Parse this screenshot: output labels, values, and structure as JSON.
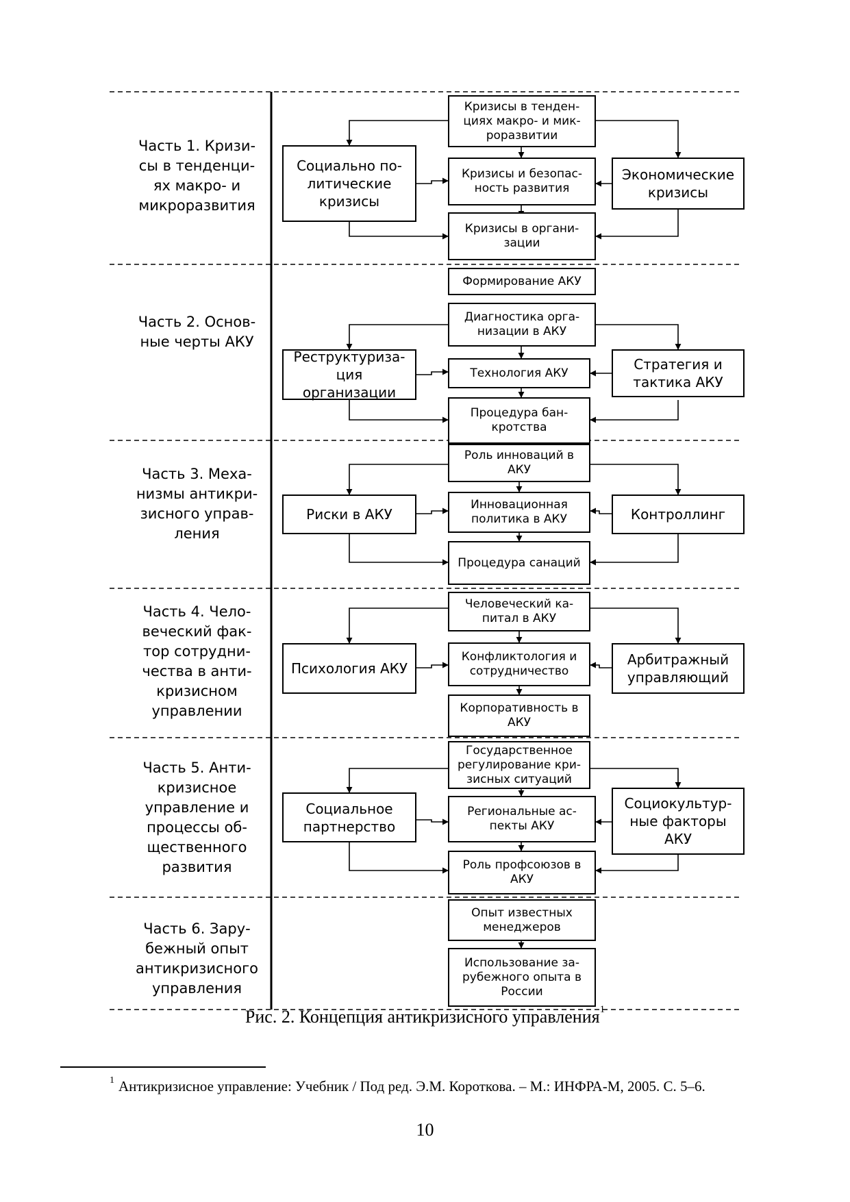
{
  "parts": [
    {
      "title": "Часть 1. Кризи-\nсы в тенденци-\nях макро- и\nмикроразвития"
    },
    {
      "title": "Часть 2. Основ-\nные черты АКУ"
    },
    {
      "title": "Часть 3. Меха-\nнизмы антикри-\nзисного управ-\nления"
    },
    {
      "title": "Часть 4. Чело-\nвеческий фак-\nтор сотрудни-\nчества в анти-\nкризисном\nуправлении"
    },
    {
      "title": "Часть 5. Анти-\nкризисное\nуправление и\nпроцессы об-\nщественного\nразвития"
    },
    {
      "title": "Часть 6. Зару-\nбежный опыт\nантикризисного\nуправления"
    }
  ],
  "boxes": {
    "p1_top": "Кризисы в тенден-\nциях макро- и мик-\nроразвитии",
    "p1_mid": "Кризисы и безопас-\nность развития",
    "p1_bot": "Кризисы в органи-\nзации",
    "p1_left": "Социально по-\nлитические\nкризисы",
    "p1_right": "Экономические\nкризисы",
    "p2_head": "Формирование АКУ",
    "p2_top": "Диагностика орга-\nнизации в АКУ",
    "p2_mid": "Технология АКУ",
    "p2_bot": "Процедура бан-\nкротства",
    "p2_left": "Реструктуриза-\nция организации",
    "p2_right": "Стратегия и\nтактика АКУ",
    "p3_top": "Роль инноваций в\nАКУ",
    "p3_mid": "Инновационная\nполитика в АКУ",
    "p3_bot": "Процедура санаций",
    "p3_left": "Риски в АКУ",
    "p3_right": "Контроллинг",
    "p4_top": "Человеческий ка-\nпитал в АКУ",
    "p4_mid": "Конфликтология и\nсотрудничество",
    "p4_bot": "Корпоративность в\nАКУ",
    "p4_left": "Психология АКУ",
    "p4_right": "Арбитражный\nуправляющий",
    "p5_top": "Государственное\nрегулирование кри-\nзисных ситуаций",
    "p5_mid": "Региональные ас-\nпекты АКУ",
    "p5_bot": "Роль профсоюзов в\nАКУ",
    "p5_left": "Социальное\nпартнерство",
    "p5_right": "Социокультур-\nные факторы\nАКУ",
    "p6_top": "Опыт известных\nменеджеров",
    "p6_bot": "Использование за-\nрубежного опыта в\nРоссии"
  },
  "caption": "Рис. 2. Концепция антикризисного управления",
  "caption_ref": "1",
  "footnote_mark": "1",
  "footnote": "Антикризисное управление: Учебник / Под ред. Э.М. Короткова. – М.: ИНФРА-М, 2005. С. 5–6.",
  "page_number": "10"
}
